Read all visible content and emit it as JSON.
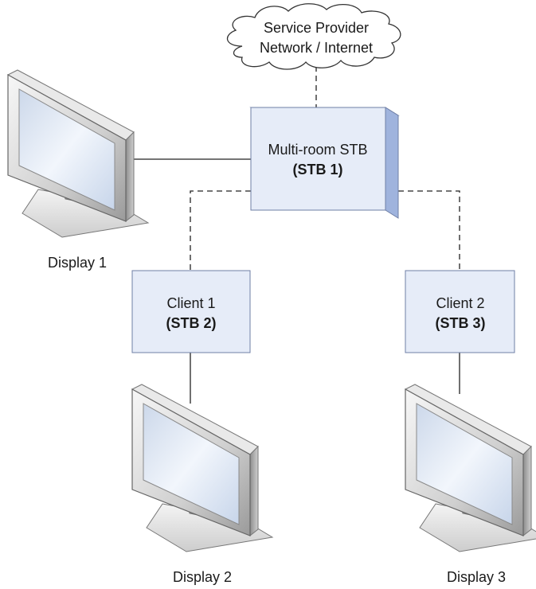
{
  "cloud": {
    "line1": "Service Provider",
    "line2": "Network / Internet"
  },
  "multiroom": {
    "name": "Multi-room STB",
    "id": "(STB 1)"
  },
  "client1": {
    "name": "Client 1",
    "id": "(STB 2)"
  },
  "client2": {
    "name": "Client 2",
    "id": "(STB 3)"
  },
  "displays": {
    "d1": "Display 1",
    "d2": "Display 2",
    "d3": "Display 3"
  },
  "colors": {
    "box_fill": "#e6ecf8",
    "box_stroke": "#6f7fa6",
    "box_side": "#9fb3dd",
    "line": "#222222",
    "screen": "#dde8f6"
  },
  "icons": [
    "cloud-icon",
    "monitor-icon"
  ]
}
